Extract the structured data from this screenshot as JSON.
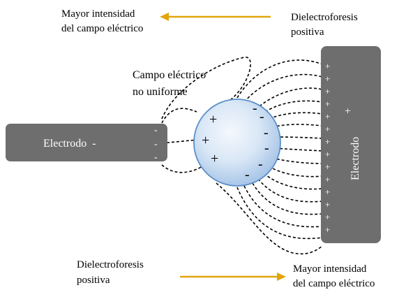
{
  "top_left_caption": {
    "line1": "Mayor intensidad",
    "line2": "del campo eléctrico"
  },
  "top_right_caption": {
    "line1": "Dielectroforesis",
    "line2": "positiva"
  },
  "field_caption": {
    "line1": "Campo eléctrico",
    "line2": "no uniforme"
  },
  "left_electrode": {
    "label": "Electrodo  -",
    "charge": "-"
  },
  "right_electrode": {
    "label": "Electrodo",
    "sign": "+",
    "charge": "+"
  },
  "particle": {
    "positive": "+",
    "negative": "-"
  },
  "bottom_left_caption": {
    "line1": "Dielectroforesis",
    "line2": "positiva"
  },
  "bottom_right_caption": {
    "line1": "Mayor intensidad",
    "line2": "del campo eléctrico"
  },
  "colors": {
    "electrode": "#6e6e6e",
    "arrow": "#e2a50b",
    "field_line": "#000000",
    "particle_fill": "#cfe1f5",
    "particle_edge": "#5b8fc7"
  }
}
